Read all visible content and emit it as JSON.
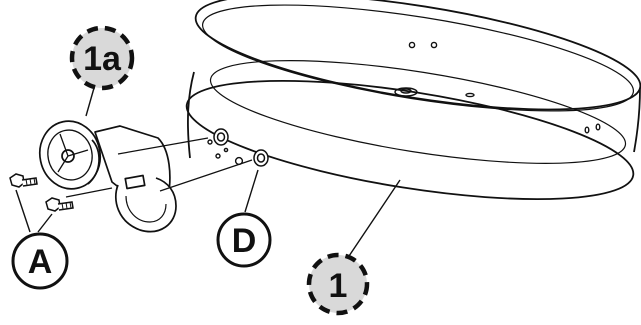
{
  "callouts": {
    "part_1a": "1a",
    "part_1": "1",
    "part_A": "A",
    "part_D": "D"
  },
  "colors": {
    "line": "#111111",
    "highlight_fill": "#d9d9d9",
    "dash_stroke": "#111111",
    "background": "#ffffff"
  },
  "icons": {
    "screw": "screw-icon",
    "nut": "nut-icon"
  }
}
